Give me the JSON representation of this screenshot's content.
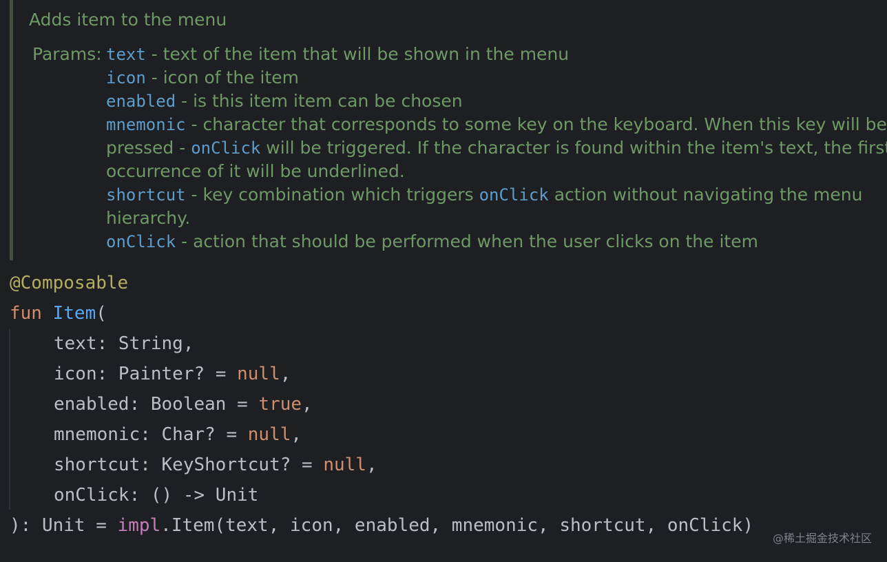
{
  "doc": {
    "summary": "Adds item to the menu",
    "params_label": "Params:",
    "params": [
      {
        "name": "text",
        "desc": " - text of the item that will be shown in the menu"
      },
      {
        "name": "icon",
        "desc": " - icon of the item"
      },
      {
        "name": "enabled",
        "desc": " - is this item item can be chosen"
      },
      {
        "name": "mnemonic",
        "desc_line1": " - character that corresponds to some key on the keyboard. When this key will be",
        "desc_line2_a": "pressed - ",
        "desc_line2_code": "onClick",
        "desc_line2_b": " will be triggered. If the character is found within the item's text, the first",
        "desc_line3": "occurrence of it will be underlined."
      },
      {
        "name": "shortcut",
        "desc_line1_a": " - key combination which triggers ",
        "desc_line1_code": "onClick",
        "desc_line1_b": " action without navigating the menu",
        "desc_line2": "hierarchy."
      },
      {
        "name": "onClick",
        "desc": " - action that should be performed when the user clicks on the item"
      }
    ]
  },
  "code": {
    "annotation": "@Composable",
    "fun_keyword": "fun",
    "fun_name": "Item",
    "open_paren": "(",
    "params": [
      {
        "decl": "text: String",
        "default": "",
        "trail": ","
      },
      {
        "decl": "icon: Painter? = ",
        "default": "null",
        "trail": ","
      },
      {
        "decl": "enabled: Boolean = ",
        "default": "true",
        "trail": ","
      },
      {
        "decl": "mnemonic: Char? = ",
        "default": "null",
        "trail": ","
      },
      {
        "decl": "shortcut: KeyShortcut? = ",
        "default": "null",
        "trail": ","
      },
      {
        "decl": "onClick: () -> Unit",
        "default": "",
        "trail": ""
      }
    ],
    "return_prefix": "): Unit = ",
    "impl": "impl",
    "return_suffix": ".Item(text, icon, enabled, mnemonic, shortcut, onClick)"
  },
  "watermark": "@稀土掘金技术社区",
  "colors": {
    "background": "#1e1f22",
    "doc_text": "#6f9867",
    "doc_code": "#5d9dcb",
    "annotation": "#b3ae60",
    "keyword": "#cf8e6d",
    "function": "#56a8f5",
    "impl": "#c77dbb",
    "plain": "#bcbec4"
  }
}
